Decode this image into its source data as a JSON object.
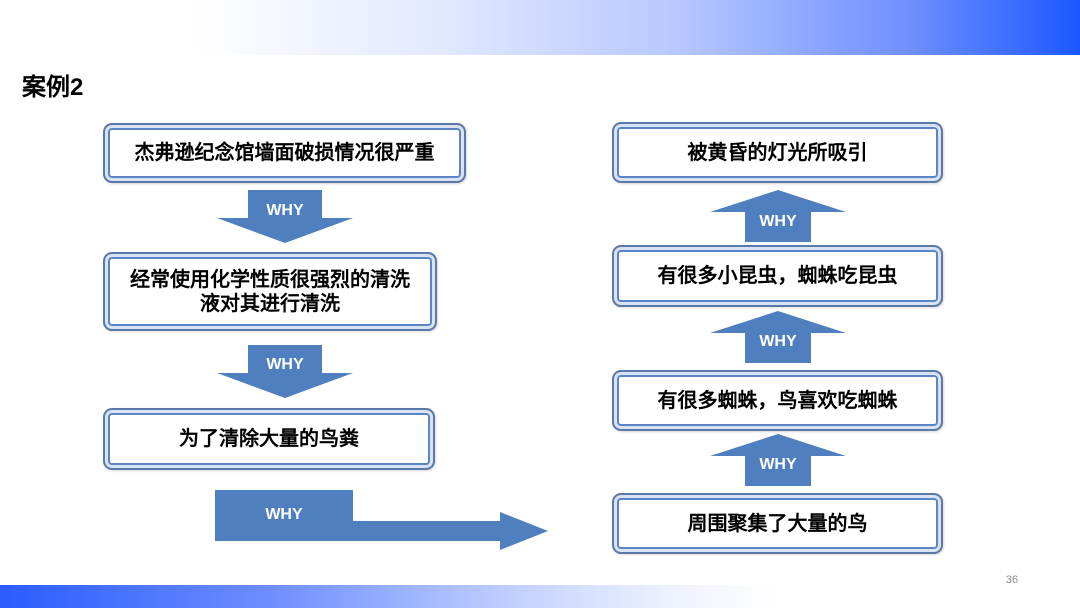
{
  "slide": {
    "title": "案例2",
    "page_number": "36"
  },
  "left_chain": {
    "boxes": [
      {
        "lines": [
          "杰弗逊纪念馆墙面破损情况很严重"
        ]
      },
      {
        "lines": [
          "经常使用化学性质很强烈的清洗",
          "液对其进行清洗"
        ]
      },
      {
        "lines": [
          "为了清除大量的鸟粪"
        ]
      }
    ],
    "arrows": [
      {
        "label": "WHY",
        "icon": "arrow-down-icon"
      },
      {
        "label": "WHY",
        "icon": "arrow-down-icon"
      },
      {
        "label": "WHY",
        "icon": "arrow-right-icon"
      }
    ]
  },
  "right_chain": {
    "boxes": [
      {
        "lines": [
          "被黄昏的灯光所吸引"
        ]
      },
      {
        "lines": [
          "有很多小昆虫，蜘蛛吃昆虫"
        ]
      },
      {
        "lines": [
          "有很多蜘蛛，鸟喜欢吃蜘蛛"
        ]
      },
      {
        "lines": [
          "周围聚集了大量的鸟"
        ]
      }
    ],
    "arrows": [
      {
        "label": "WHY",
        "icon": "arrow-up-icon"
      },
      {
        "label": "WHY",
        "icon": "arrow-up-icon"
      },
      {
        "label": "WHY",
        "icon": "arrow-up-icon"
      }
    ]
  },
  "colors": {
    "accent_blue": "#4f7fbe",
    "banner_blue": "#1c58ff",
    "box_border": "#5a78aa",
    "text": "#000000",
    "page_number": "#8c8c8c"
  }
}
